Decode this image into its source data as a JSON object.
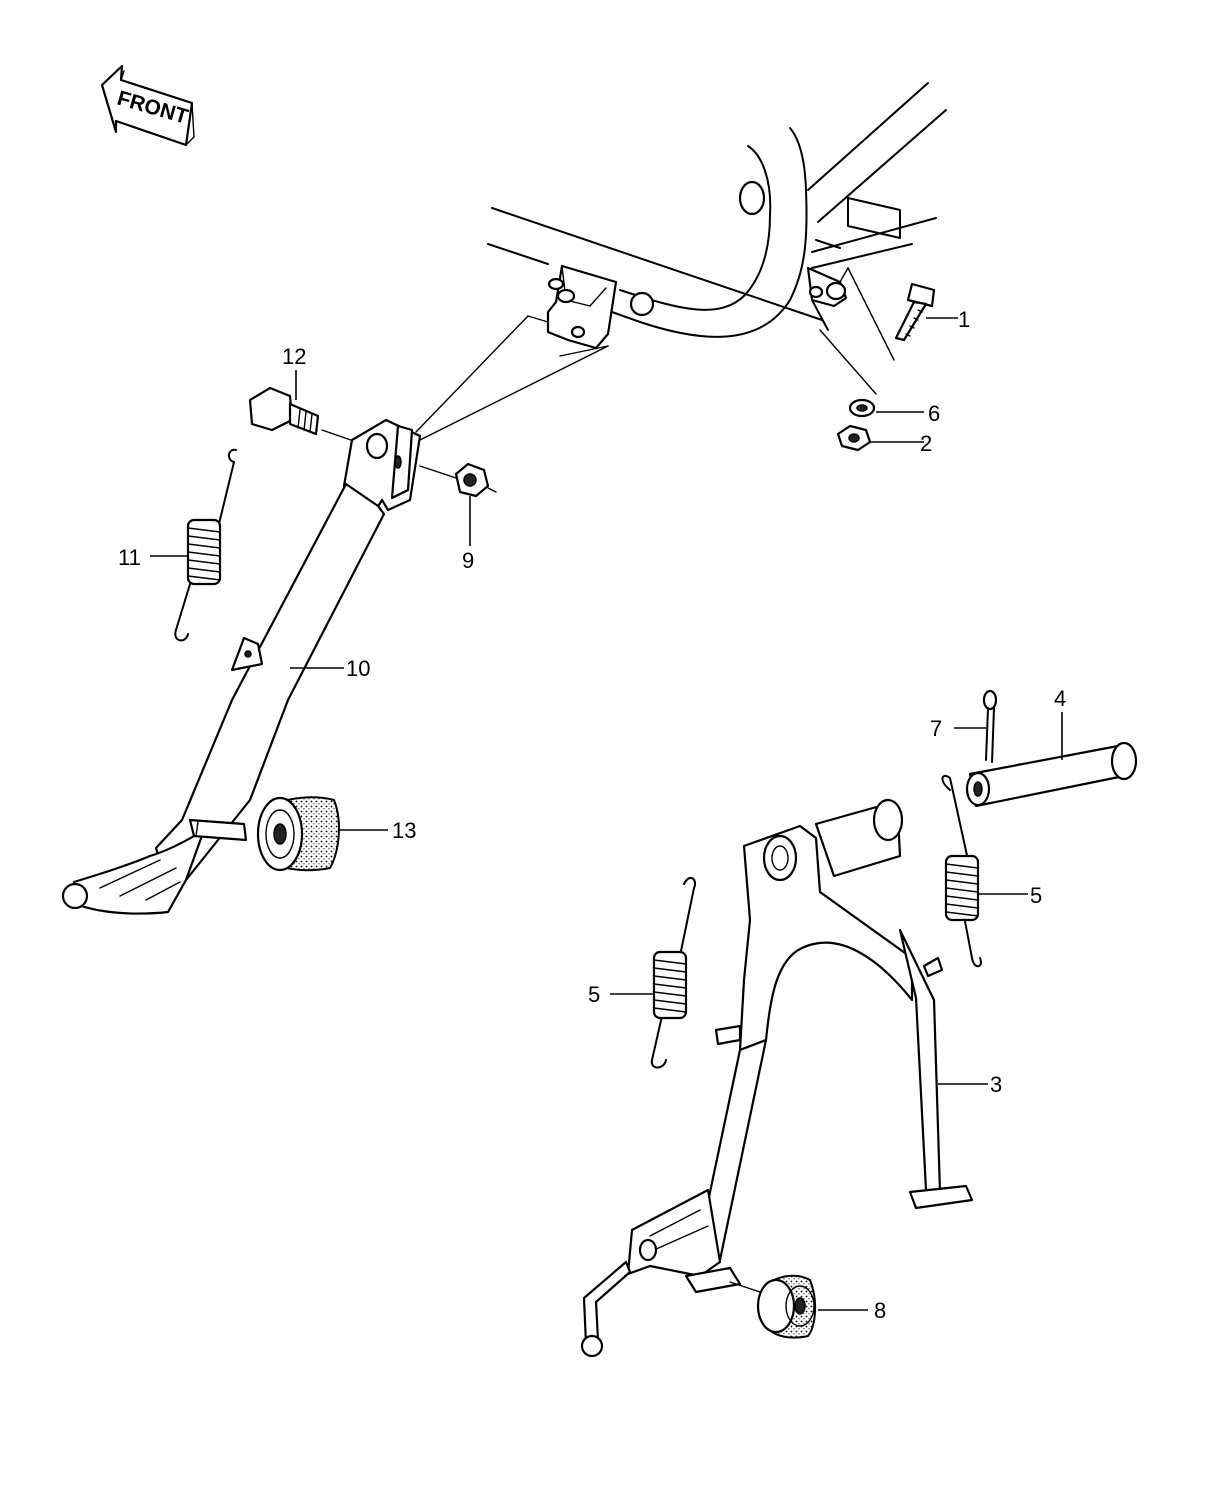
{
  "front_indicator": {
    "label": "FRONT",
    "icon": "front-arrow-icon"
  },
  "callouts": [
    {
      "id": "callout-1",
      "number": "1"
    },
    {
      "id": "callout-2",
      "number": "2"
    },
    {
      "id": "callout-3",
      "number": "3"
    },
    {
      "id": "callout-4",
      "number": "4"
    },
    {
      "id": "callout-5a",
      "number": "5"
    },
    {
      "id": "callout-5b",
      "number": "5"
    },
    {
      "id": "callout-6",
      "number": "6"
    },
    {
      "id": "callout-7",
      "number": "7"
    },
    {
      "id": "callout-8",
      "number": "8"
    },
    {
      "id": "callout-9",
      "number": "9"
    },
    {
      "id": "callout-10",
      "number": "10"
    },
    {
      "id": "callout-11",
      "number": "11"
    },
    {
      "id": "callout-12",
      "number": "12"
    },
    {
      "id": "callout-13",
      "number": "13"
    }
  ]
}
